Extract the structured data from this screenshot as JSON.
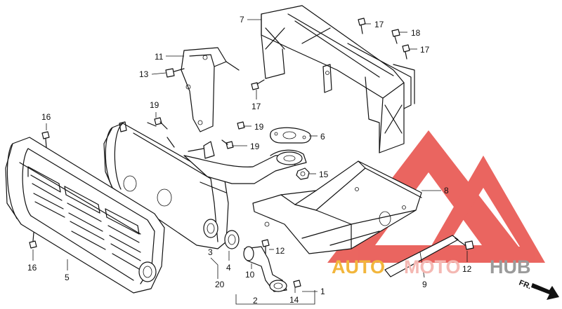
{
  "callouts": {
    "c1": "1",
    "c2": "2",
    "c3": "3",
    "c4": "4",
    "c5": "5",
    "c6": "6",
    "c7": "7",
    "c8": "8",
    "c9": "9",
    "c10": "10",
    "c11": "11",
    "c12a": "12",
    "c12b": "12",
    "c13": "13",
    "c14": "14",
    "c15": "15",
    "c16a": "16",
    "c16b": "16",
    "c17a": "17",
    "c17b": "17",
    "c17c": "17",
    "c18": "18",
    "c19a": "19",
    "c19b": "19",
    "c19c": "19",
    "c20": "20"
  },
  "direction_marker": "FR.",
  "watermark": {
    "left_text": "AUTO",
    "middle_text": "MOTO",
    "right_text": "HUB",
    "left_color": "#f2b63c",
    "middle_color": "#f4b8b3",
    "right_color": "#9b9b9b",
    "triangle_color": "#e8554f"
  }
}
